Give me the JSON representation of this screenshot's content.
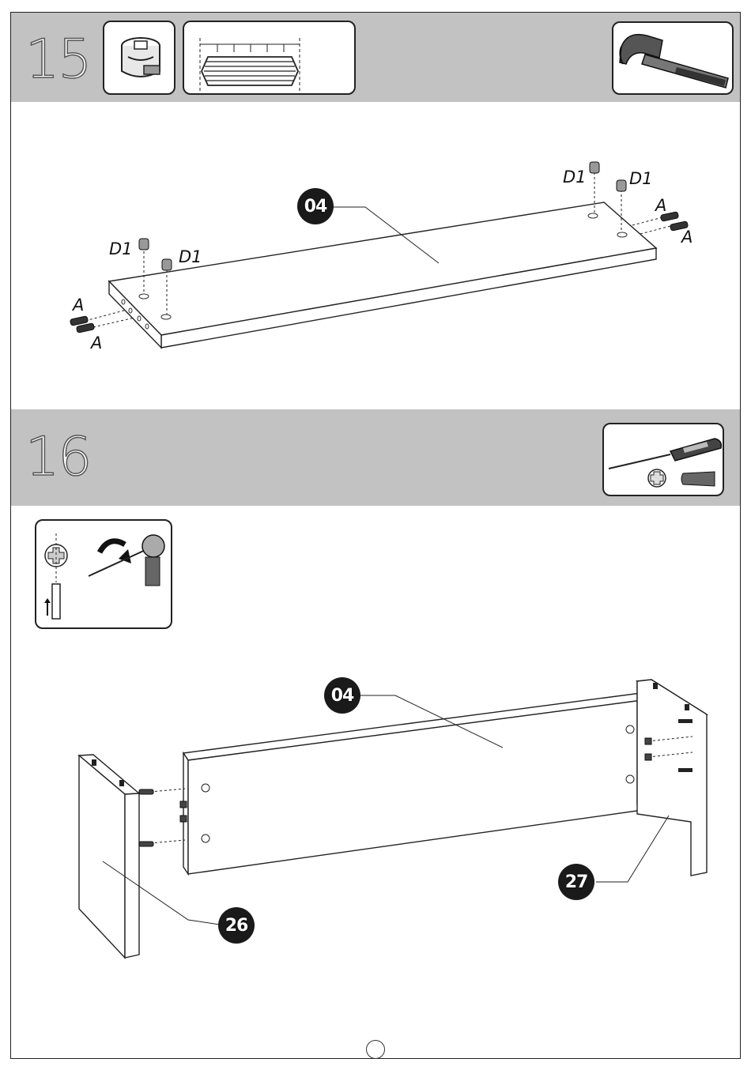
{
  "step15": {
    "number": "15",
    "callout_part": "04",
    "labels": {
      "d1_left_a": "D1",
      "d1_left_b": "D1",
      "d1_right_a": "D1",
      "d1_right_b": "D1",
      "a_left_a": "A",
      "a_left_b": "A",
      "a_right_a": "A",
      "a_right_b": "A"
    },
    "icons": [
      "cam-lock-icon",
      "wooden-dowel-icon",
      "hammer-icon"
    ]
  },
  "step16": {
    "number": "16",
    "callout_part_top": "04",
    "callout_part_left": "26",
    "callout_part_right": "27",
    "icons": [
      "phillips-screwdriver-icon",
      "phillips-head-icon",
      "screwdriver-tip-icon",
      "cam-lock-tightening-icon"
    ]
  },
  "colors": {
    "band": "#c2c2c2",
    "callout": "#1a1a1a",
    "line": "#222222"
  }
}
